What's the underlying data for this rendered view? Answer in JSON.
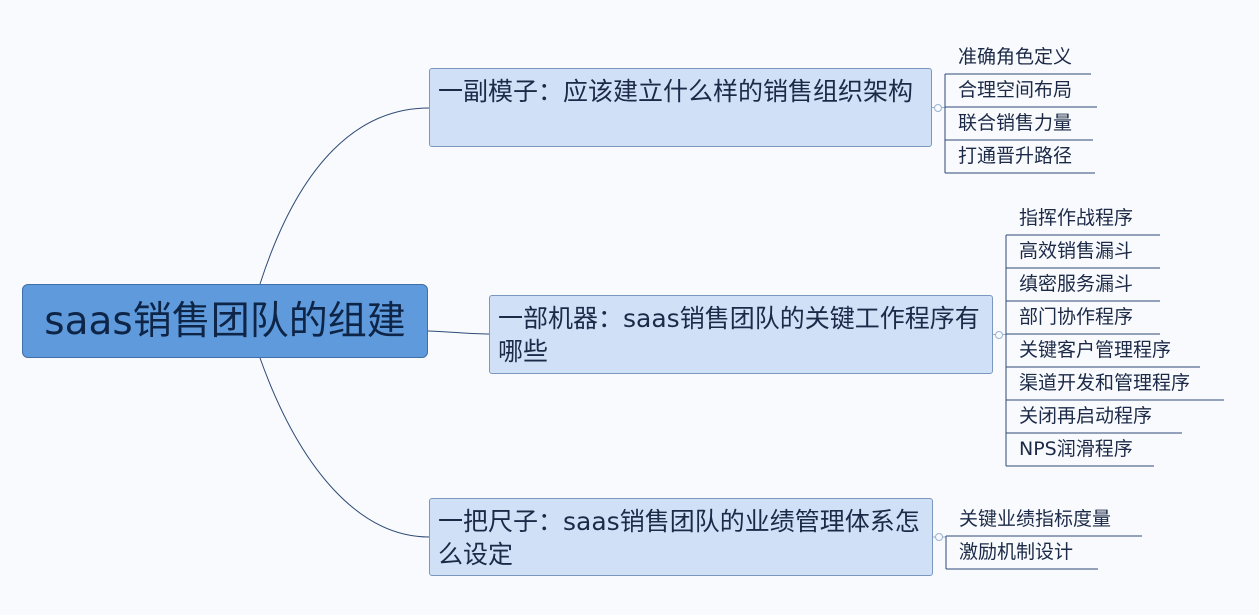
{
  "root": {
    "label": "saas销售团队的组建"
  },
  "branches": [
    {
      "label": "一副模子：应该建立什么样的销售组织架构",
      "leaves": [
        "准确角色定义",
        "合理空间布局",
        "联合销售力量",
        "打通晋升路径"
      ]
    },
    {
      "label": "一部机器：saas销售团队的关键工作程序有哪些",
      "leaves": [
        "指挥作战程序",
        "高效销售漏斗",
        "缜密服务漏斗",
        "部门协作程序",
        "关键客户管理程序",
        "渠道开发和管理程序",
        "关闭再启动程序",
        "NPS润滑程序"
      ]
    },
    {
      "label": "一把尺子：saas销售团队的业绩管理体系怎么设定",
      "leaves": [
        "关键业绩指标度量",
        "激励机制设计"
      ]
    }
  ],
  "colors": {
    "background": "#f8fafd",
    "root_fill": "#5f9bdc",
    "branch_fill": "#cfe0f7",
    "connector": "#2e4a76",
    "text": "#1c2a48"
  }
}
